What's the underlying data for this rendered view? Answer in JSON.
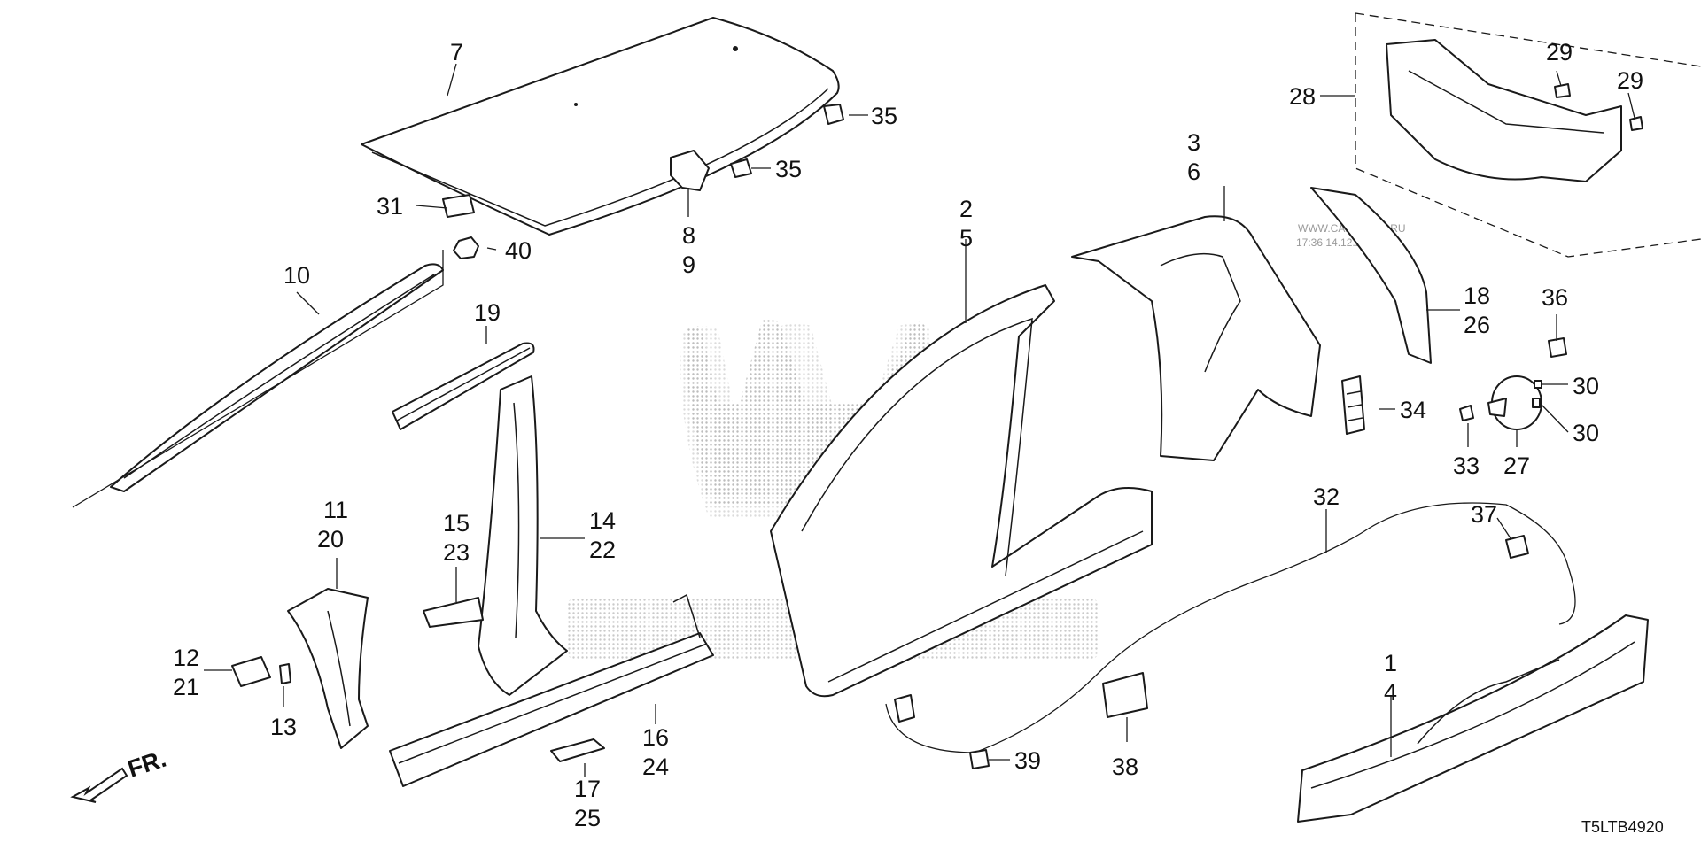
{
  "diagram_code": "T5LTB4920",
  "watermark": {
    "site": "WWW.CARPARTS.RU",
    "stamp": "17:36 14.12.2020"
  },
  "arrow_label": "FR.",
  "callouts": {
    "c1": "1",
    "c2": "2",
    "c3": "3",
    "c4": "4",
    "c5": "5",
    "c6": "6",
    "c7": "7",
    "c8": "8",
    "c9": "9",
    "c10": "10",
    "c11": "11",
    "c12": "12",
    "c13": "13",
    "c14": "14",
    "c15": "15",
    "c16": "16",
    "c17": "17",
    "c18": "18",
    "c19": "19",
    "c20": "20",
    "c21": "21",
    "c22": "22",
    "c23": "23",
    "c24": "24",
    "c25": "25",
    "c26": "26",
    "c27": "27",
    "c28": "28",
    "c29a": "29",
    "c29b": "29",
    "c30a": "30",
    "c30b": "30",
    "c31": "31",
    "c32": "32",
    "c33": "33",
    "c34": "34",
    "c35a": "35",
    "c35b": "35",
    "c36": "36",
    "c37": "37",
    "c38": "38",
    "c39": "39",
    "c40": "40"
  }
}
